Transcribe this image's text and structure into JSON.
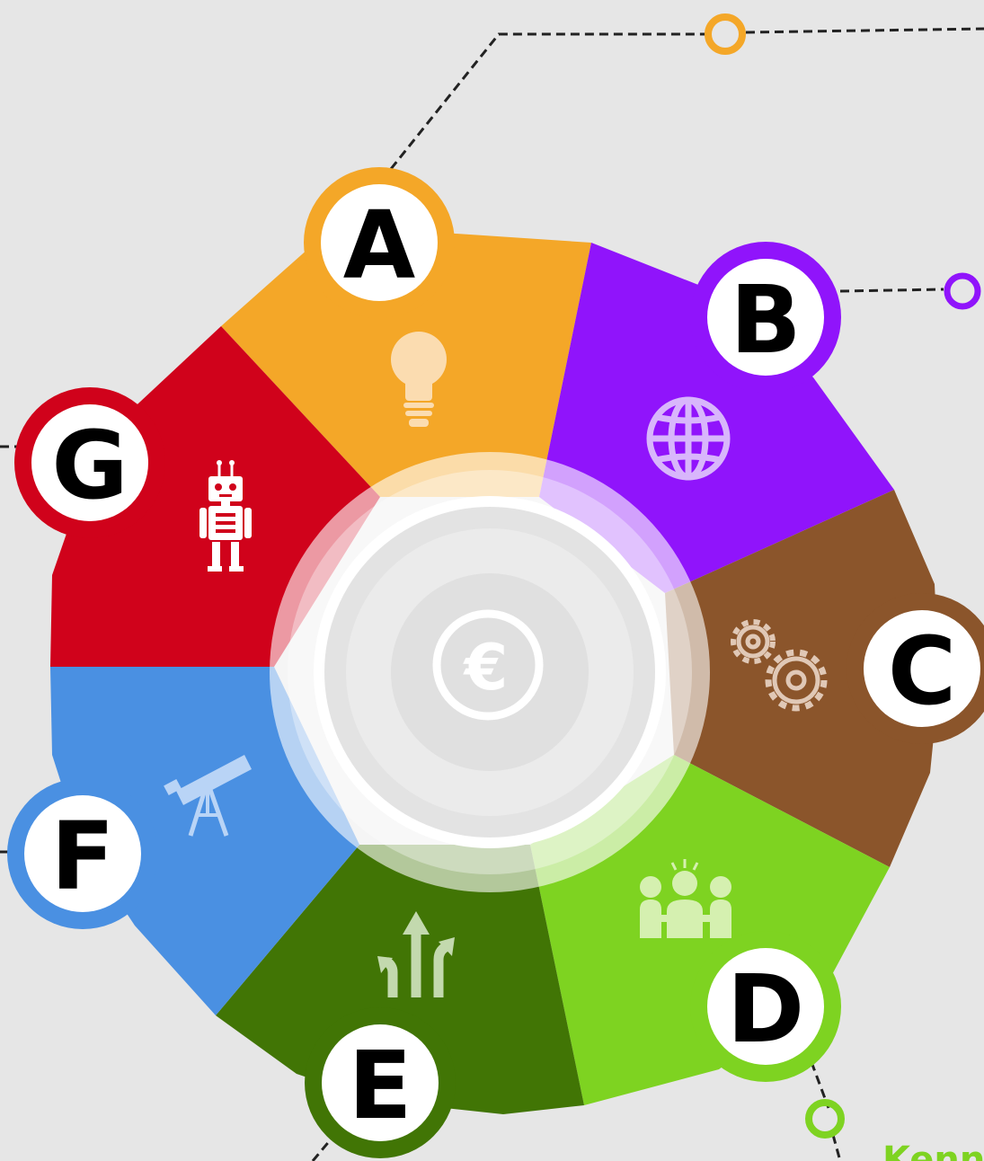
{
  "diagram": {
    "segments": [
      {
        "id": "A",
        "label": "A",
        "color": "#f4a728",
        "icon": "lightbulb-icon"
      },
      {
        "id": "B",
        "label": "B",
        "color": "#9014fb",
        "icon": "globe-icon"
      },
      {
        "id": "C",
        "label": "C",
        "color": "#8b552b",
        "icon": "gears-icon"
      },
      {
        "id": "D",
        "label": "D",
        "color": "#7ed321",
        "icon": "team-icon"
      },
      {
        "id": "E",
        "label": "E",
        "color": "#417505",
        "icon": "direction-arrows-icon"
      },
      {
        "id": "F",
        "label": "F",
        "color": "#4a90e2",
        "icon": "telescope-icon"
      },
      {
        "id": "G",
        "label": "G",
        "color": "#d0021b",
        "icon": "robot-icon"
      }
    ],
    "center_icon": "euro-icon",
    "center_symbol": "€",
    "corner_text": "Kenn"
  }
}
